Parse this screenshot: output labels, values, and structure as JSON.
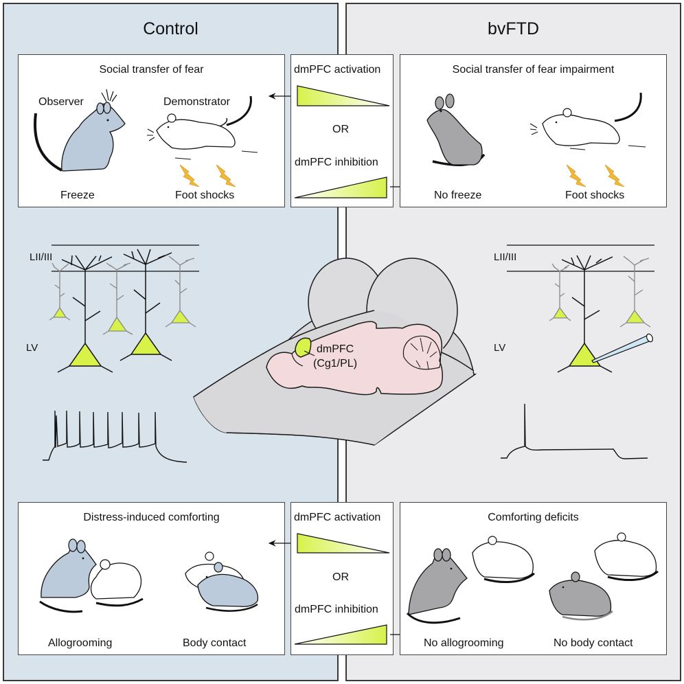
{
  "panels": {
    "control": {
      "title": "Control"
    },
    "bvftd": {
      "title": "bvFTD"
    }
  },
  "top_row": {
    "control_box": {
      "title": "Social transfer of fear",
      "observer_label": "Observer",
      "demonstrator_label": "Demonstrator",
      "observer_caption": "Freeze",
      "demonstrator_caption": "Foot shocks"
    },
    "manipulation_box": {
      "activation_label": "dmPFC activation",
      "or_label": "OR",
      "inhibition_label": "dmPFC inhibition"
    },
    "bvftd_box": {
      "title": "Social transfer of fear impairment",
      "observer_caption": "No freeze",
      "demonstrator_caption": "Foot shocks"
    }
  },
  "middle": {
    "control_layers": {
      "upper": "LII/III",
      "lower": "LV"
    },
    "bvftd_layers": {
      "upper": "LII/III",
      "lower": "LV"
    },
    "brain_region_label": "dmPFC",
    "brain_region_sublabel": "(Cg1/PL)"
  },
  "bottom_row": {
    "control_box": {
      "title": "Distress-induced comforting",
      "left_caption": "Allogrooming",
      "right_caption": "Body contact"
    },
    "manipulation_box": {
      "activation_label": "dmPFC activation",
      "or_label": "OR",
      "inhibition_label": "dmPFC inhibition"
    },
    "bvftd_box": {
      "title": "Comforting deficits",
      "left_caption": "No allogrooming",
      "right_caption": "No body contact"
    }
  },
  "colors": {
    "control_bg": "#d9e3ec",
    "bvftd_bg": "#ebebed",
    "neuron_fill": "#d9f24a",
    "control_mouse": "#bccbdc",
    "bvftd_mouse": "#a6a6a8",
    "brain_pink": "#f3dadd",
    "shock": "#f0b93a"
  }
}
